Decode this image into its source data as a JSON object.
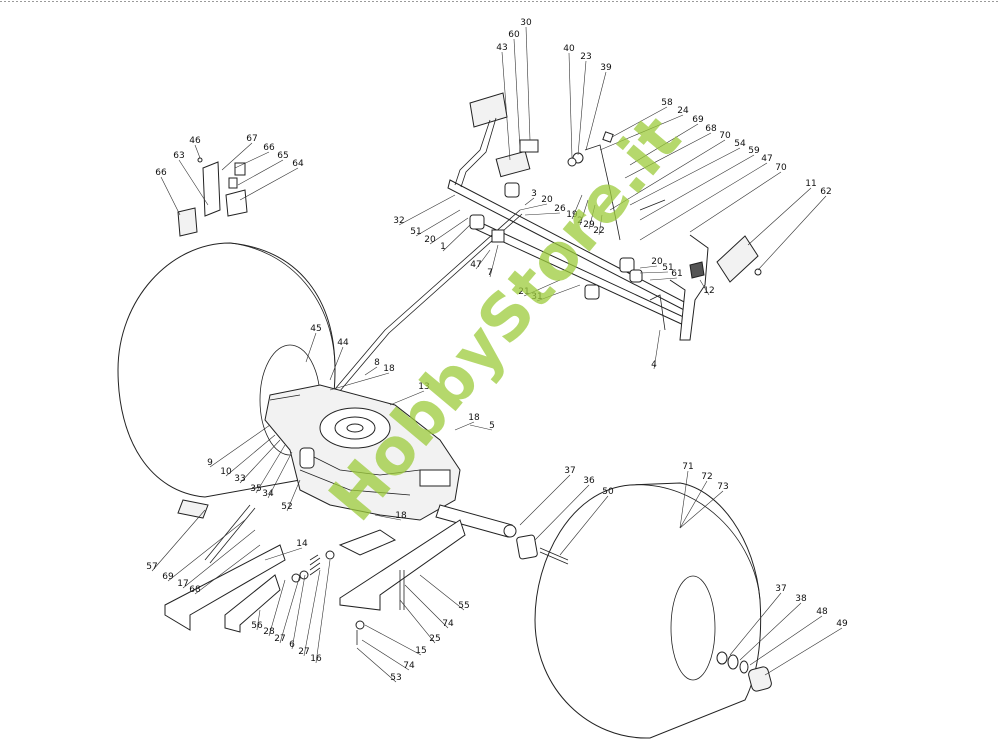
{
  "watermark": "HobbyStore.it",
  "callouts": [
    {
      "id": "30"
    },
    {
      "id": "60"
    },
    {
      "id": "43"
    },
    {
      "id": "40"
    },
    {
      "id": "23"
    },
    {
      "id": "39"
    },
    {
      "id": "58"
    },
    {
      "id": "24"
    },
    {
      "id": "69"
    },
    {
      "id": "68"
    },
    {
      "id": "70"
    },
    {
      "id": "54"
    },
    {
      "id": "59"
    },
    {
      "id": "47"
    },
    {
      "id": "70"
    },
    {
      "id": "11"
    },
    {
      "id": "62"
    },
    {
      "id": "46"
    },
    {
      "id": "67"
    },
    {
      "id": "66"
    },
    {
      "id": "63"
    },
    {
      "id": "65"
    },
    {
      "id": "64"
    },
    {
      "id": "66"
    },
    {
      "id": "3"
    },
    {
      "id": "20"
    },
    {
      "id": "26"
    },
    {
      "id": "32"
    },
    {
      "id": "51"
    },
    {
      "id": "20"
    },
    {
      "id": "1"
    },
    {
      "id": "19"
    },
    {
      "id": "2"
    },
    {
      "id": "29"
    },
    {
      "id": "22"
    },
    {
      "id": "47"
    },
    {
      "id": "7"
    },
    {
      "id": "20"
    },
    {
      "id": "51"
    },
    {
      "id": "61"
    },
    {
      "id": "21"
    },
    {
      "id": "31"
    },
    {
      "id": "12"
    },
    {
      "id": "4"
    },
    {
      "id": "45"
    },
    {
      "id": "44"
    },
    {
      "id": "8"
    },
    {
      "id": "18"
    },
    {
      "id": "13"
    },
    {
      "id": "18"
    },
    {
      "id": "5"
    },
    {
      "id": "9"
    },
    {
      "id": "10"
    },
    {
      "id": "33"
    },
    {
      "id": "35"
    },
    {
      "id": "34"
    },
    {
      "id": "52"
    },
    {
      "id": "18"
    },
    {
      "id": "37"
    },
    {
      "id": "36"
    },
    {
      "id": "50"
    },
    {
      "id": "71"
    },
    {
      "id": "72"
    },
    {
      "id": "73"
    },
    {
      "id": "57"
    },
    {
      "id": "69"
    },
    {
      "id": "17"
    },
    {
      "id": "68"
    },
    {
      "id": "14"
    },
    {
      "id": "56"
    },
    {
      "id": "28"
    },
    {
      "id": "27"
    },
    {
      "id": "6"
    },
    {
      "id": "27"
    },
    {
      "id": "16"
    },
    {
      "id": "55"
    },
    {
      "id": "74"
    },
    {
      "id": "25"
    },
    {
      "id": "15"
    },
    {
      "id": "74"
    },
    {
      "id": "53"
    },
    {
      "id": "37"
    },
    {
      "id": "38"
    },
    {
      "id": "48"
    },
    {
      "id": "49"
    }
  ]
}
